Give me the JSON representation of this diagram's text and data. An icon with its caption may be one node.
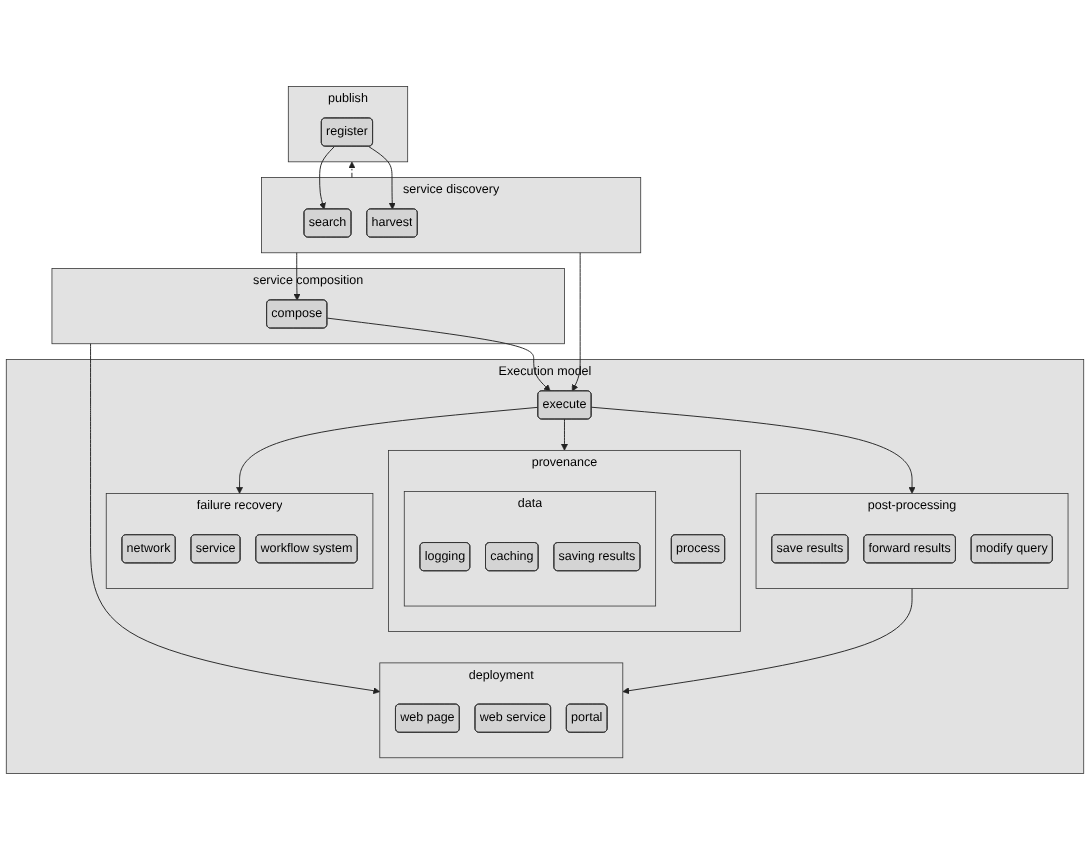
{
  "diagram": {
    "nodes": [
      {
        "text": [
          "publish"
        ]
      },
      {
        "text": [
          "register"
        ],
        "in": 0
      },
      {
        "text": [
          "service discovery"
        ]
      },
      {
        "text": [
          "search"
        ],
        "in": 2
      },
      {
        "text": [
          "harvest"
        ],
        "in": 2
      },
      {
        "text": [
          "service composition"
        ]
      },
      {
        "text": [
          "compose"
        ],
        "in": 5
      },
      {
        "text": [
          "Execution model"
        ]
      },
      {
        "text": [
          "execute"
        ],
        "in": 7
      },
      {
        "text": [
          "provenance"
        ],
        "in": 7
      },
      {
        "text": [
          "data"
        ],
        "in": 9
      },
      {
        "text": [
          "logging"
        ],
        "in": 10
      },
      {
        "text": [
          "caching"
        ],
        "in": 10
      },
      {
        "text": [
          "saving results"
        ],
        "in": 10
      },
      {
        "text": [
          "process"
        ],
        "in": 9
      },
      {
        "text": [
          "failure recovery"
        ],
        "in": 7
      },
      {
        "text": [
          "network"
        ],
        "in": 15
      },
      {
        "text": [
          "service"
        ],
        "in": 15
      },
      {
        "text": [
          "workflow system"
        ],
        "in": 15
      },
      {
        "text": [
          "post-processing"
        ],
        "in": 7
      },
      {
        "text": [
          "save results"
        ],
        "in": 19
      },
      {
        "text": [
          "forward results"
        ],
        "in": 19
      },
      {
        "text": [
          "modify query"
        ],
        "in": 19
      },
      {
        "text": [
          "deployment"
        ],
        "in": 7
      },
      {
        "text": [
          "web page"
        ],
        "in": 23
      },
      {
        "text": [
          "web service"
        ],
        "in": 23
      },
      {
        "text": [
          "portal"
        ],
        "in": 23
      }
    ],
    "edges": [
      {
        "from": 1,
        "to": 3,
        "arrow": "to"
      },
      {
        "from": 1,
        "to": 4,
        "arrow": "to"
      },
      {
        "from": 2,
        "to": 6,
        "arrow": "to"
      },
      {
        "from": 2,
        "to": 0,
        "arrow": "to",
        "style": "dashed"
      },
      {
        "from": 2,
        "to": 8,
        "arrow": "to"
      },
      {
        "from": 6,
        "to": 8,
        "arrow": "to"
      },
      {
        "from": 5,
        "to": 23,
        "arrow": "to"
      },
      {
        "from": 8,
        "to": 9,
        "arrow": "to"
      },
      {
        "from": 8,
        "to": 15,
        "arrow": "to"
      },
      {
        "from": 8,
        "to": 19,
        "arrow": "to"
      },
      {
        "from": 19,
        "to": 23,
        "arrow": "to"
      }
    ]
  }
}
